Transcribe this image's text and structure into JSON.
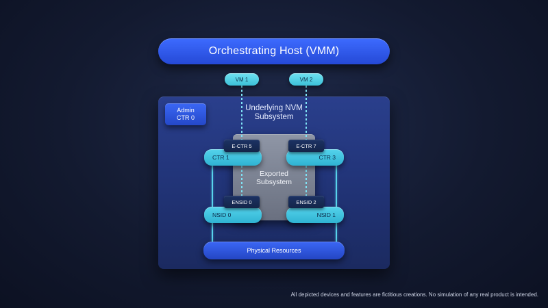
{
  "host": {
    "label": "Orchestrating Host (VMM)"
  },
  "subsystem": {
    "title_line1": "Underlying NVM",
    "title_line2": "Subsystem"
  },
  "admin_controller": {
    "line1": "Admin",
    "line2": "CTR 0"
  },
  "exported": {
    "title_line1": "Exported",
    "title_line2": "Subsystem"
  },
  "vms": [
    {
      "label": "VM 1"
    },
    {
      "label": "VM 2"
    }
  ],
  "exported_controllers": [
    {
      "label": "E-CTR 5"
    },
    {
      "label": "E-CTR 7"
    }
  ],
  "controllers": [
    {
      "label": "CTR 1"
    },
    {
      "label": "CTR 3"
    }
  ],
  "exported_namespaces": [
    {
      "label": "ENSID 0"
    },
    {
      "label": "ENSID 2"
    }
  ],
  "namespaces": [
    {
      "label": "NSID 0"
    },
    {
      "label": "NSID 1"
    }
  ],
  "physical_resources": {
    "label": "Physical Resources"
  },
  "disclaimer": "All depicted devices and features are fictitious creations. No simulation of any real product is intended.",
  "colors": {
    "accent_blue": "#2f5bf0",
    "cyan": "#3fc3dd",
    "navy": "#17294f",
    "gray": "#7a8191",
    "background": "#131a30"
  }
}
